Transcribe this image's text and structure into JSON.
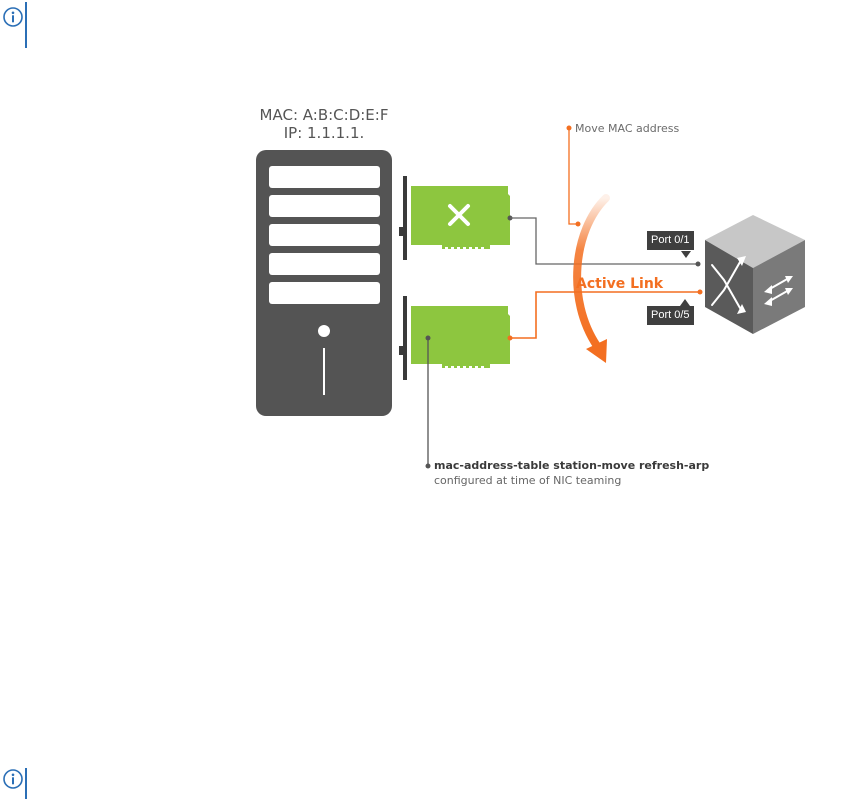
{
  "server": {
    "mac_line": "MAC:  A:B:C:D:E:F",
    "ip_line": "IP: 1.1.1.1."
  },
  "annotations": {
    "move_mac": "Move MAC address",
    "active_link": "Active Link",
    "station_move_command": "mac-address-table station-move refresh-arp",
    "station_move_caption": "configured at time of NIC teaming"
  },
  "switch_ports": {
    "port_top": "Port 0/1",
    "port_bottom": "Port 0/5"
  },
  "icons": {
    "note_icon": "info-icon",
    "failed_nic_icon": "x-icon",
    "switch_icon": "network-switch-icon"
  },
  "colors": {
    "accent_orange": "#f36f21",
    "nic_green": "#8dc63f",
    "server_gray": "#545454",
    "note_blue": "#2b6fb6"
  }
}
